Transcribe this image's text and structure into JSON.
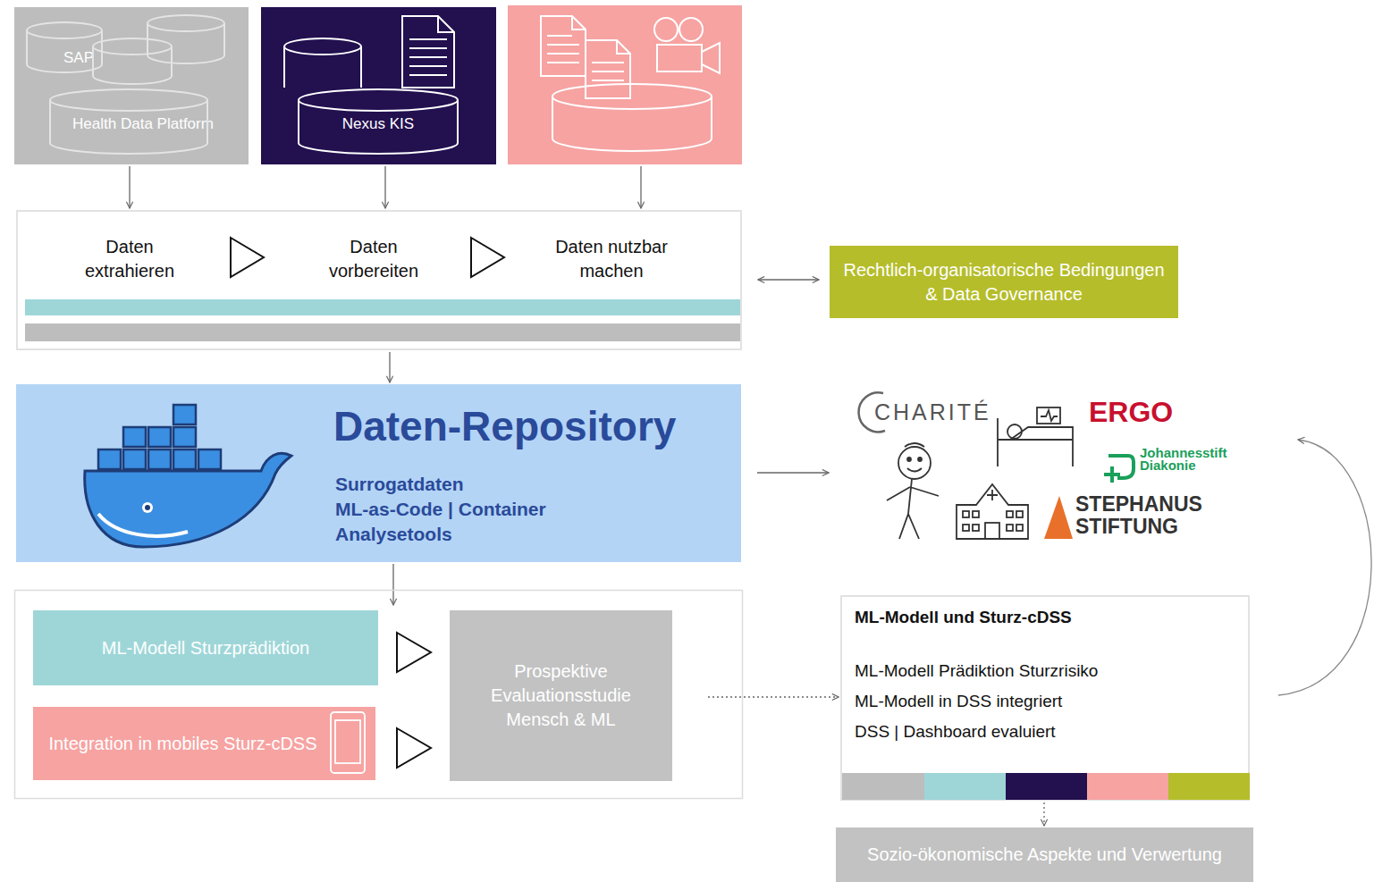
{
  "diagram": {
    "nodes": [
      {
        "text": [
          "SAP",
          "Health Data Platform"
        ]
      },
      {
        "text": [
          "Nexus KIS"
        ]
      },
      {
        "text": [
          "Daten extrahieren",
          "Daten vorbereiten",
          "Daten nutzbar machen"
        ]
      },
      {
        "text": [
          "Rechtlich-organisatorische Bedingungen & Data Governance"
        ]
      },
      {
        "text": [
          "Daten-Repository",
          "Surrogatdaten",
          "ML-as-Code | Container",
          "Analysetools"
        ]
      },
      {
        "text": [
          "ML-Modell Sturzprädiktion"
        ]
      },
      {
        "text": [
          "Integration in mobiles Sturz-cDSS"
        ]
      },
      {
        "text": [
          "Prospektive Evaluationsstudie Mensch & ML"
        ]
      },
      {
        "text": [
          "ML-Modell und Sturz-cDSS",
          "ML-Modell Prädiktion Sturzrisiko",
          "ML-Modell in DSS integriert",
          "DSS | Dashboard evaluiert"
        ]
      },
      {
        "text": [
          "Sozio-ökonomische Aspekte und Verwertung"
        ]
      }
    ],
    "edges": [
      {
        "from": 0,
        "to": 2,
        "arrow": "to"
      },
      {
        "from": 1,
        "to": 2,
        "arrow": "to"
      },
      {
        "from": 2,
        "to": 3,
        "arrow": "both"
      },
      {
        "from": 2,
        "to": 4,
        "arrow": "to"
      },
      {
        "from": 7,
        "to": 8,
        "arrow": "to"
      },
      {
        "from": 8,
        "to": 9,
        "arrow": "to"
      }
    ],
    "labels": [
      "CHARITÉ",
      "ERGO",
      "Johannesstift Diakonie",
      "STEPHANUS STIFTUNG"
    ]
  }
}
